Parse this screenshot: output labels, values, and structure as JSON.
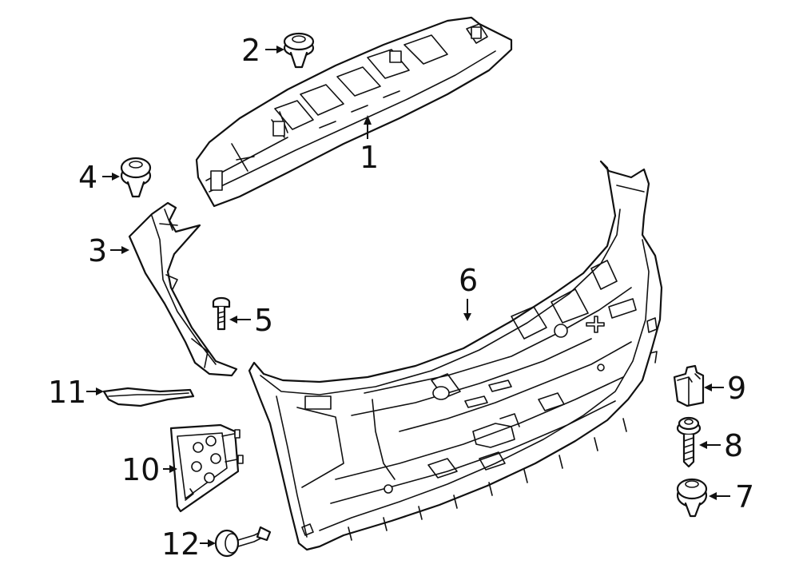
{
  "callouts": {
    "c1": "1",
    "c2": "2",
    "c3": "3",
    "c4": "4",
    "c5": "5",
    "c6": "6",
    "c7": "7",
    "c8": "8",
    "c9": "9",
    "c10": "10",
    "c11": "11",
    "c12": "12"
  },
  "colors": {
    "line": "#111111",
    "background": "#ffffff"
  }
}
